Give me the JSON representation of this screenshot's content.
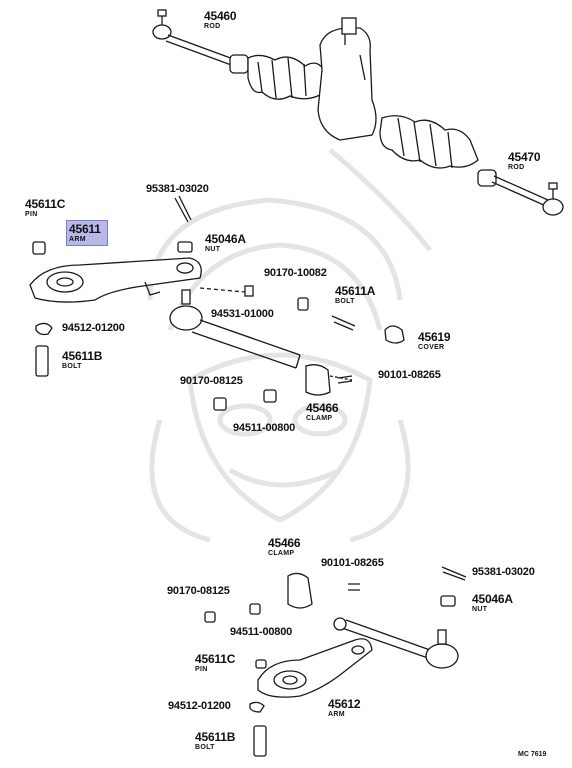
{
  "colors": {
    "line": "#1a1a1a",
    "highlight": "#b8b8e8",
    "watermark": "#e6e6e6"
  },
  "parts": {
    "p45460": {
      "number": "45460",
      "name": "ROD"
    },
    "p45470": {
      "number": "45470",
      "name": "ROD"
    },
    "p45611C_top": {
      "number": "45611C",
      "name": "PIN"
    },
    "p45611_arm": {
      "number": "45611",
      "name": "ARM"
    },
    "p95381_top": {
      "number": "95381-03020"
    },
    "p45046A_top": {
      "number": "45046A",
      "name": "NUT"
    },
    "p90170_10082": {
      "number": "90170-10082"
    },
    "p45611A": {
      "number": "45611A",
      "name": "BOLT"
    },
    "p94531": {
      "number": "94531-01000"
    },
    "p94512_top": {
      "number": "94512-01200"
    },
    "p45619": {
      "number": "45619",
      "name": "COVER"
    },
    "p45611B_top": {
      "number": "45611B",
      "name": "BOLT"
    },
    "p90170_08125_top": {
      "number": "90170-08125"
    },
    "p90101_top": {
      "number": "90101-08265"
    },
    "p45466_top": {
      "number": "45466",
      "name": "CLAMP"
    },
    "p94511_top": {
      "number": "94511-00800"
    },
    "p45466_bot": {
      "number": "45466",
      "name": "CLAMP"
    },
    "p90101_bot": {
      "number": "90101-08265"
    },
    "p95381_bot": {
      "number": "95381-03020"
    },
    "p90170_08125_bot": {
      "number": "90170-08125"
    },
    "p45046A_bot": {
      "number": "45046A",
      "name": "NUT"
    },
    "p94511_bot": {
      "number": "94511-00800"
    },
    "p45611C_bot": {
      "number": "45611C",
      "name": "PIN"
    },
    "p94512_bot": {
      "number": "94512-01200"
    },
    "p45612": {
      "number": "45612",
      "name": "ARM"
    },
    "p45611B_bot": {
      "number": "45611B",
      "name": "BOLT"
    }
  },
  "footer": {
    "code": "MC 7619"
  }
}
